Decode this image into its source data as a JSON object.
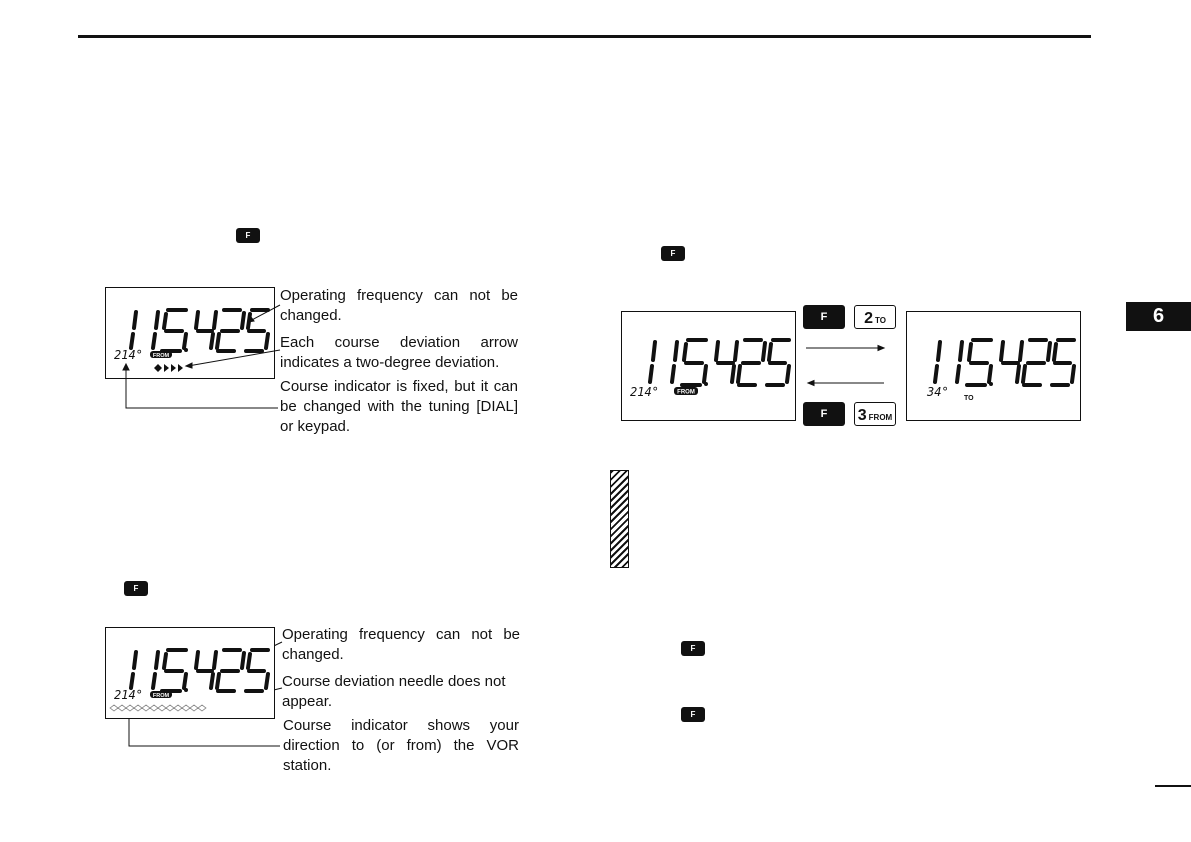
{
  "keys": {
    "f": "F",
    "two_digit": "2",
    "two_sub": "TO",
    "three_digit": "3",
    "three_sub": "FROM"
  },
  "display": {
    "frequency": "115.425",
    "course_from": "214°",
    "course_to": "34°",
    "from_flag": "FROM",
    "to_flag": "TO"
  },
  "fixed_course": {
    "callout_frequency": "Operating frequency can not be changed.",
    "callout_arrow": "Each course deviation arrow indicates a two-degree deviation.",
    "callout_indicator": "Course indicator is fixed, but it can be changed with the tuning [DIAL] or keypad."
  },
  "auto_course": {
    "callout_frequency": "Operating frequency can not be changed.",
    "callout_needle": "Course deviation needle does not appear.",
    "callout_indicator": "Course indicator shows your direction to (or from) the VOR station."
  },
  "section_tab": "6"
}
